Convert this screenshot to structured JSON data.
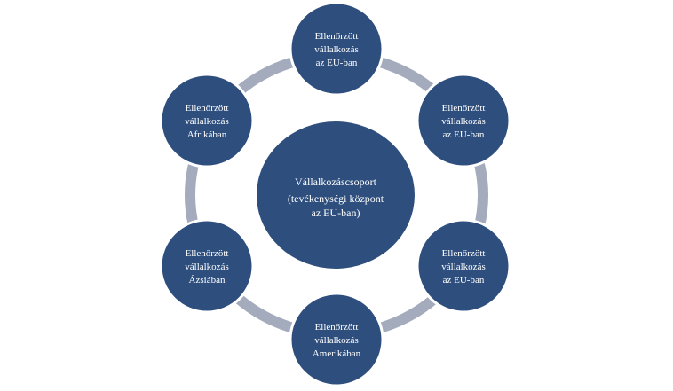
{
  "diagram": {
    "colors": {
      "node_fill": "#2e4f7e",
      "ring": "#a3abbd",
      "text": "#ffffff"
    },
    "center": {
      "line1": "Vállalkozáscsoport",
      "line2": "(tevékenységi központ",
      "line3": "az EU-ban)"
    },
    "nodes": [
      {
        "line1": "Ellenőrzött",
        "line2": "vállalkozás",
        "line3": "az EU-ban"
      },
      {
        "line1": "Ellenőrzött",
        "line2": "vállalkozás",
        "line3": "az EU-ban"
      },
      {
        "line1": "Ellenőrzött",
        "line2": "vállalkozás",
        "line3": "az EU-ban"
      },
      {
        "line1": "Ellenőrzött",
        "line2": "vállalkozás",
        "line3": "Amerikában"
      },
      {
        "line1": "Ellenőrzött",
        "line2": "vállalkozás",
        "line3": "Ázsiában"
      },
      {
        "line1": "Ellenőrzött",
        "line2": "vállalkozás",
        "line3": "Afrikában"
      }
    ]
  }
}
